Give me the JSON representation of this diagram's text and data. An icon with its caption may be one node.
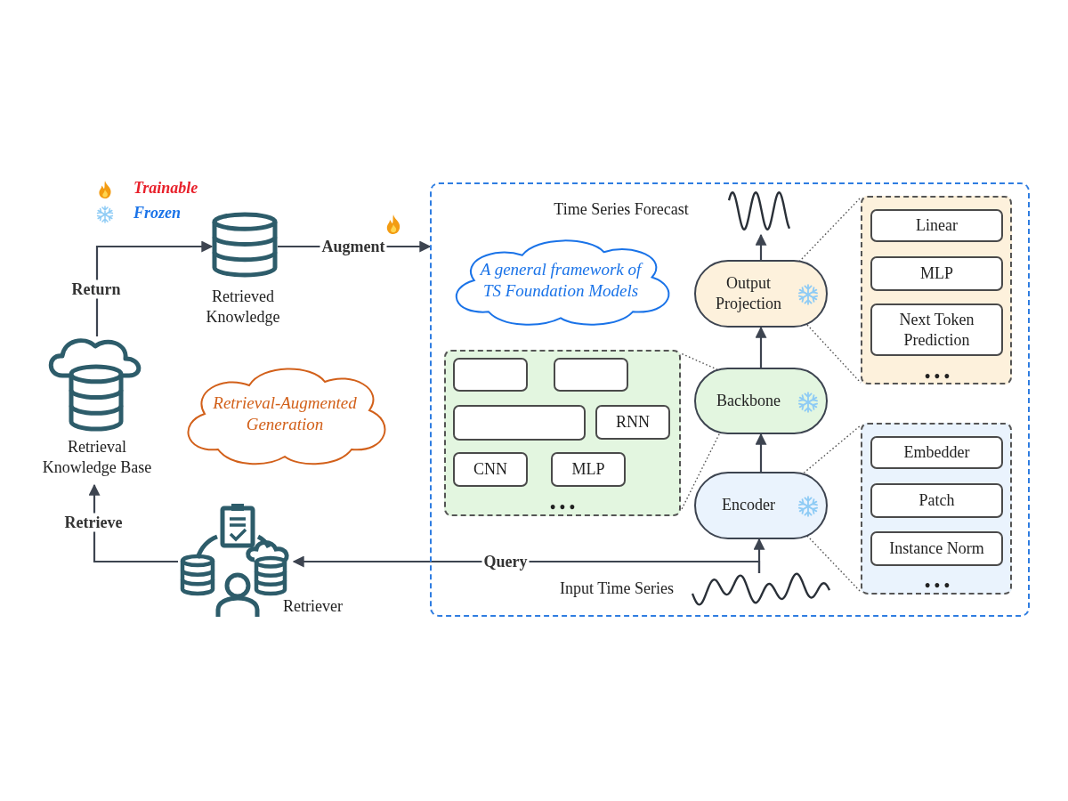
{
  "diagram": {
    "nodes": [
      {
        "text": [],
        "shape": "cylinder",
        "beside": [
          "Retrieved Knowledge"
        ]
      },
      {
        "text": [],
        "shape": "box"
      },
      {
        "text": [
          "A general framework of TS Foundation Models"
        ],
        "in": 1
      },
      {
        "text": [],
        "shape": "wave",
        "beside": [
          "Time Series Forecast"
        ],
        "in": 1
      },
      {
        "text": [
          "Output Projection"
        ],
        "in": 1
      },
      {
        "text": [],
        "shape": "box",
        "in": 1
      },
      {
        "text": [
          "Linear"
        ],
        "in": 5
      },
      {
        "text": [
          "MLP"
        ],
        "in": 5
      },
      {
        "text": [
          "Next Token Prediction"
        ],
        "in": 5
      },
      {
        "text": [],
        "shape": "box",
        "in": 1
      },
      {
        "text": [],
        "shape": "box",
        "in": 9
      },
      {
        "text": [],
        "shape": "box",
        "in": 9
      },
      {
        "text": [],
        "shape": "box",
        "in": 9
      },
      {
        "text": [
          "RNN"
        ],
        "in": 9
      },
      {
        "text": [
          "CNN"
        ],
        "in": 9
      },
      {
        "text": [
          "MLP"
        ],
        "in": 9
      },
      {
        "text": [
          "Backbone"
        ],
        "in": 1
      },
      {
        "text": [
          "Encoder"
        ],
        "in": 1
      },
      {
        "text": [],
        "shape": "box",
        "in": 1
      },
      {
        "text": [
          "Embedder"
        ],
        "in": 18
      },
      {
        "text": [
          "Patch"
        ],
        "in": 18
      },
      {
        "text": [
          "Instance Norm"
        ],
        "in": 18
      },
      {
        "text": [],
        "shape": "wave",
        "beside": [
          "Input Time Series"
        ],
        "in": 1
      },
      {
        "text": [
          "Retrieval Knowledge Base"
        ]
      },
      {
        "text": [
          "Retrieval-Augmented Generation"
        ]
      },
      {
        "text": [],
        "shape": "picture",
        "beside": [
          "Retriever"
        ]
      }
    ],
    "edges": [
      {
        "from": 23,
        "to": 0,
        "arrow": "to",
        "label": "Return"
      },
      {
        "from": 0,
        "to": 1,
        "arrow": "to",
        "label": "Augment"
      },
      {
        "from": 25,
        "to": 23,
        "arrow": "to",
        "label": "Retrieve"
      },
      {
        "from": 22,
        "to": 25,
        "arrow": "to",
        "label": "Query"
      },
      {
        "from": 22,
        "to": 17,
        "arrow": "to"
      },
      {
        "from": 17,
        "to": 16,
        "arrow": "to"
      },
      {
        "from": 16,
        "to": 4,
        "arrow": "to"
      },
      {
        "from": 4,
        "to": 3,
        "arrow": "to"
      },
      {
        "from": 4,
        "to": 5,
        "arrow": "none",
        "style": "dashed"
      },
      {
        "from": 4,
        "to": 5,
        "arrow": "none",
        "style": "dashed"
      },
      {
        "from": 16,
        "to": 9,
        "arrow": "none",
        "style": "dashed"
      },
      {
        "from": 16,
        "to": 9,
        "arrow": "none",
        "style": "dashed"
      },
      {
        "from": 17,
        "to": 18,
        "arrow": "none",
        "style": "dashed"
      },
      {
        "from": 17,
        "to": 18,
        "arrow": "none",
        "style": "dashed"
      }
    ],
    "labels": [
      "• • •",
      "• • •",
      "• • •"
    ],
    "legend": [
      {
        "text": "Trainable"
      },
      {
        "text": "Frozen"
      }
    ]
  }
}
